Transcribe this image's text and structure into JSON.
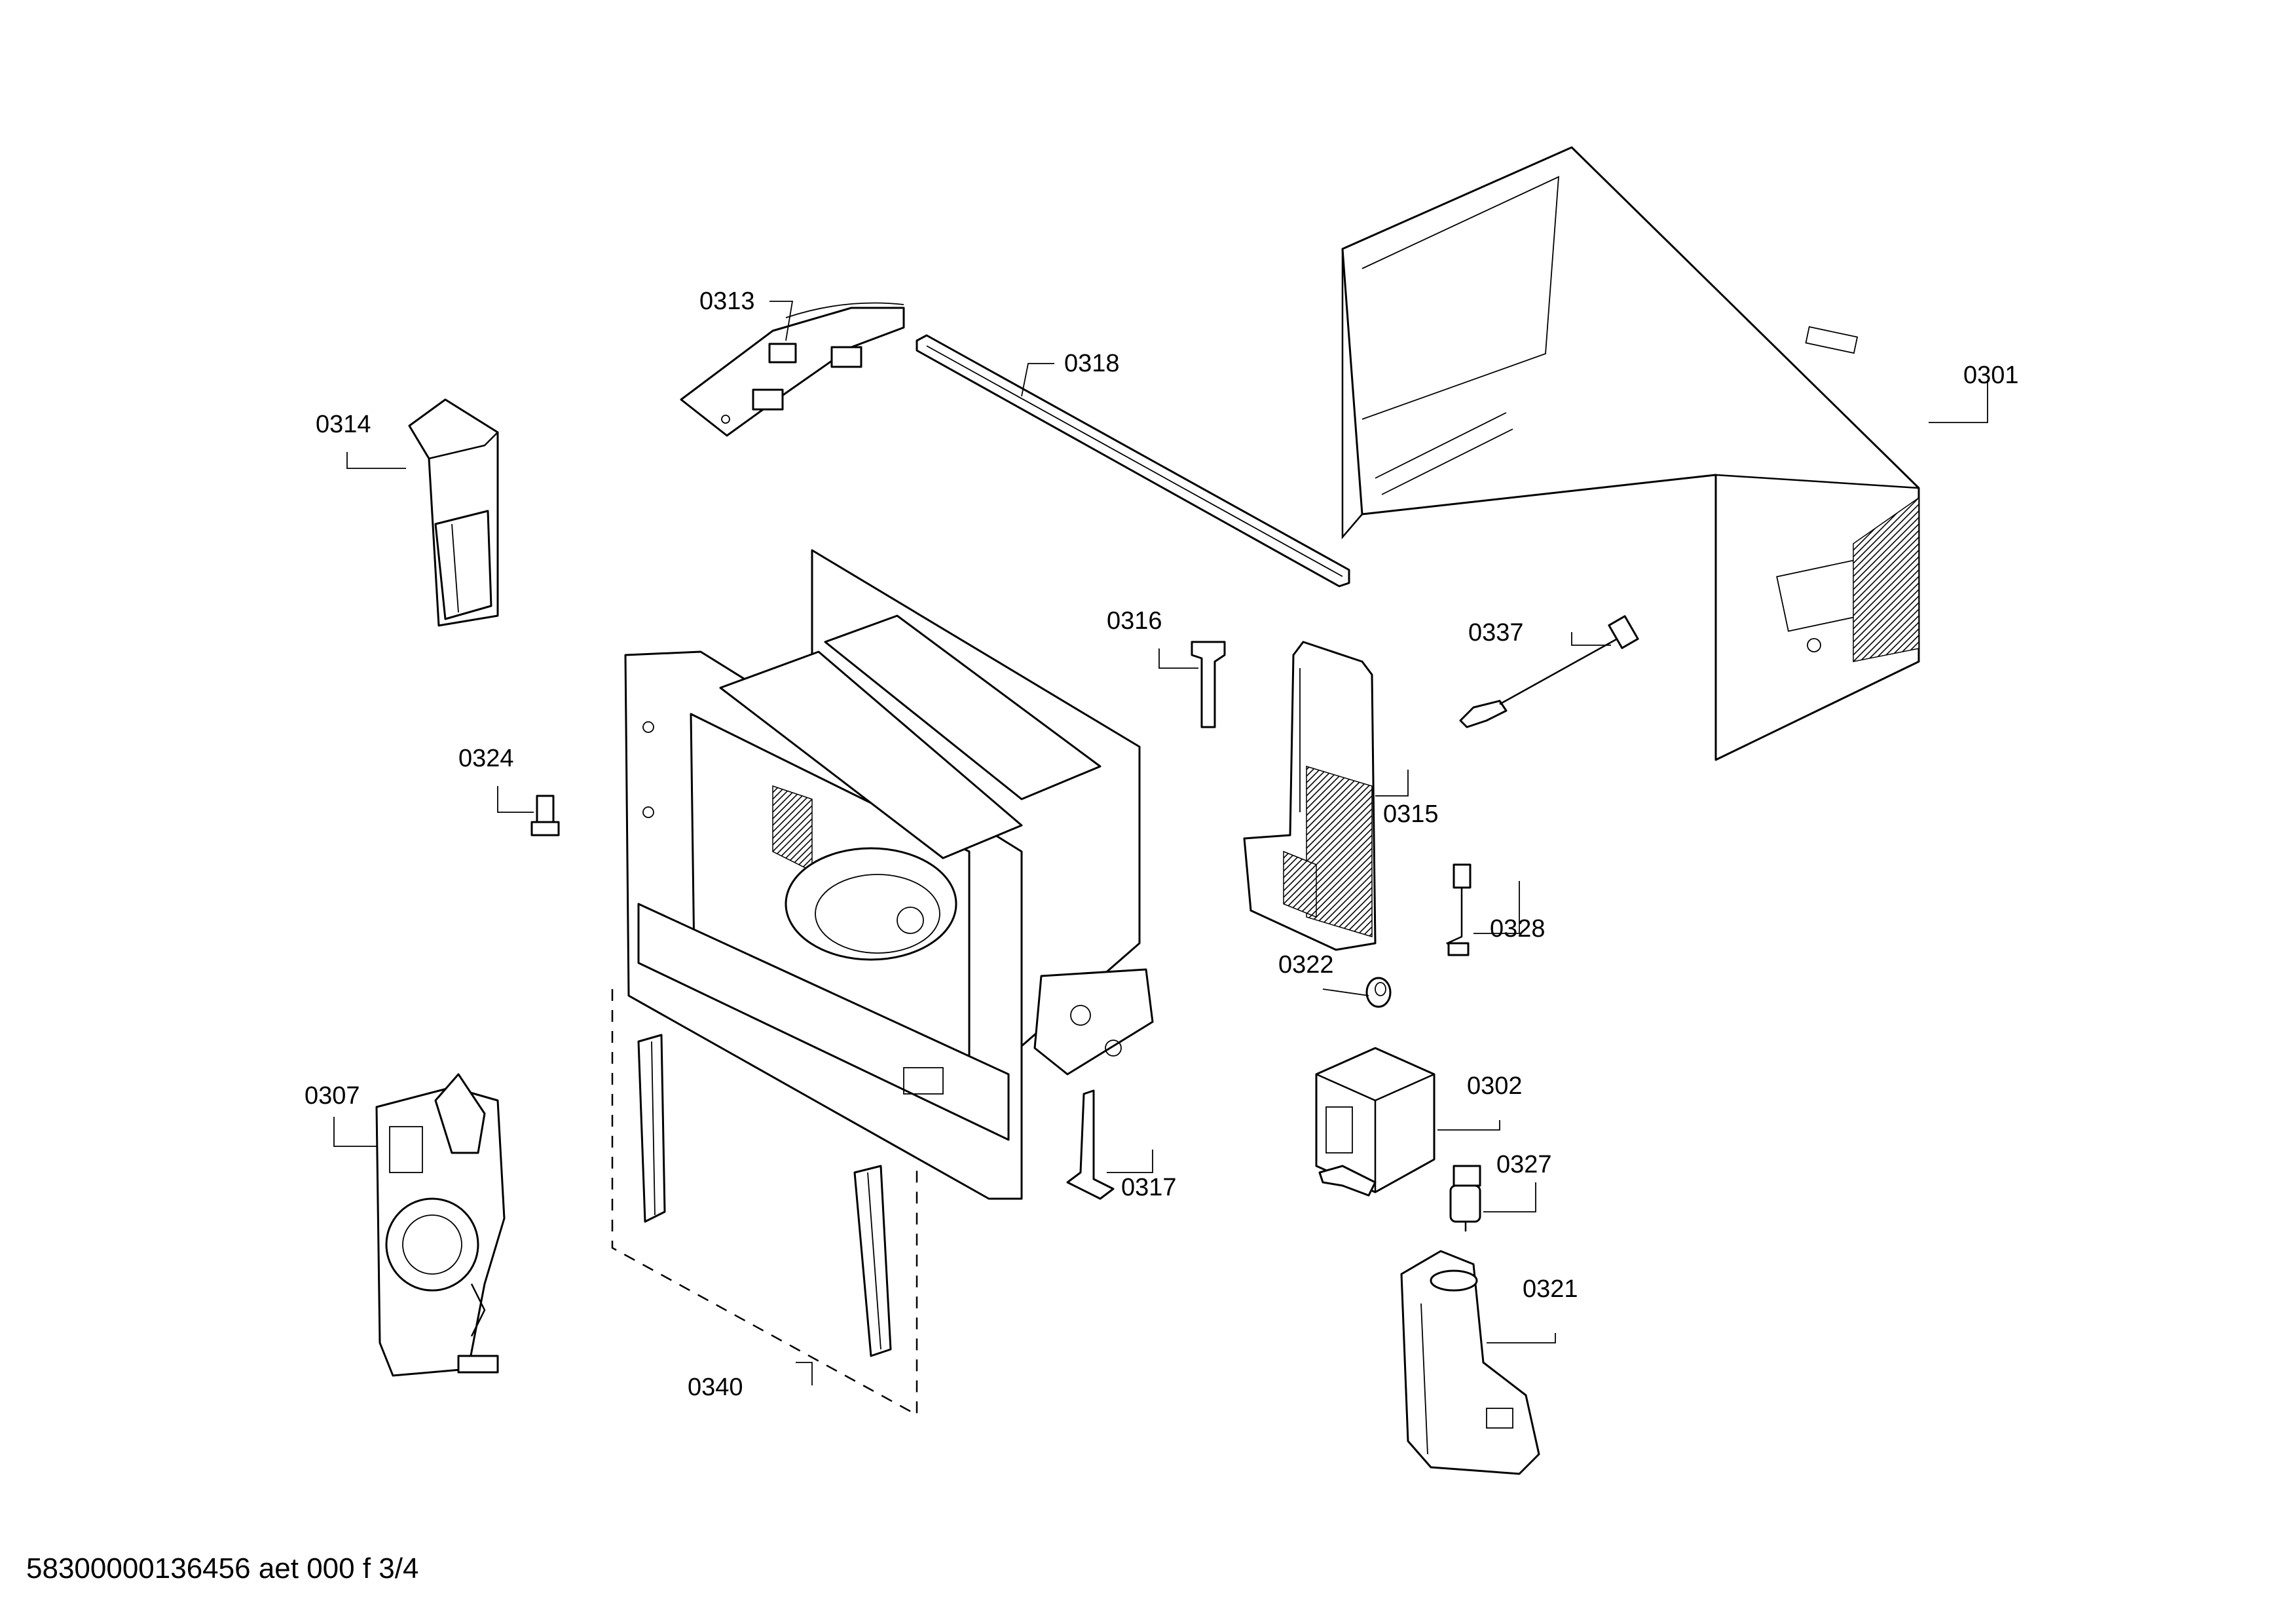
{
  "diagram": {
    "labels": [
      "0313",
      "0318",
      "0301",
      "0314",
      "0316",
      "0337",
      "0324",
      "0315",
      "0328",
      "0322",
      "0302",
      "0307",
      "0317",
      "0327",
      "0321",
      "0340"
    ]
  },
  "footer": {
    "document_id": "58300000136456 aet 000 f 3/4"
  }
}
